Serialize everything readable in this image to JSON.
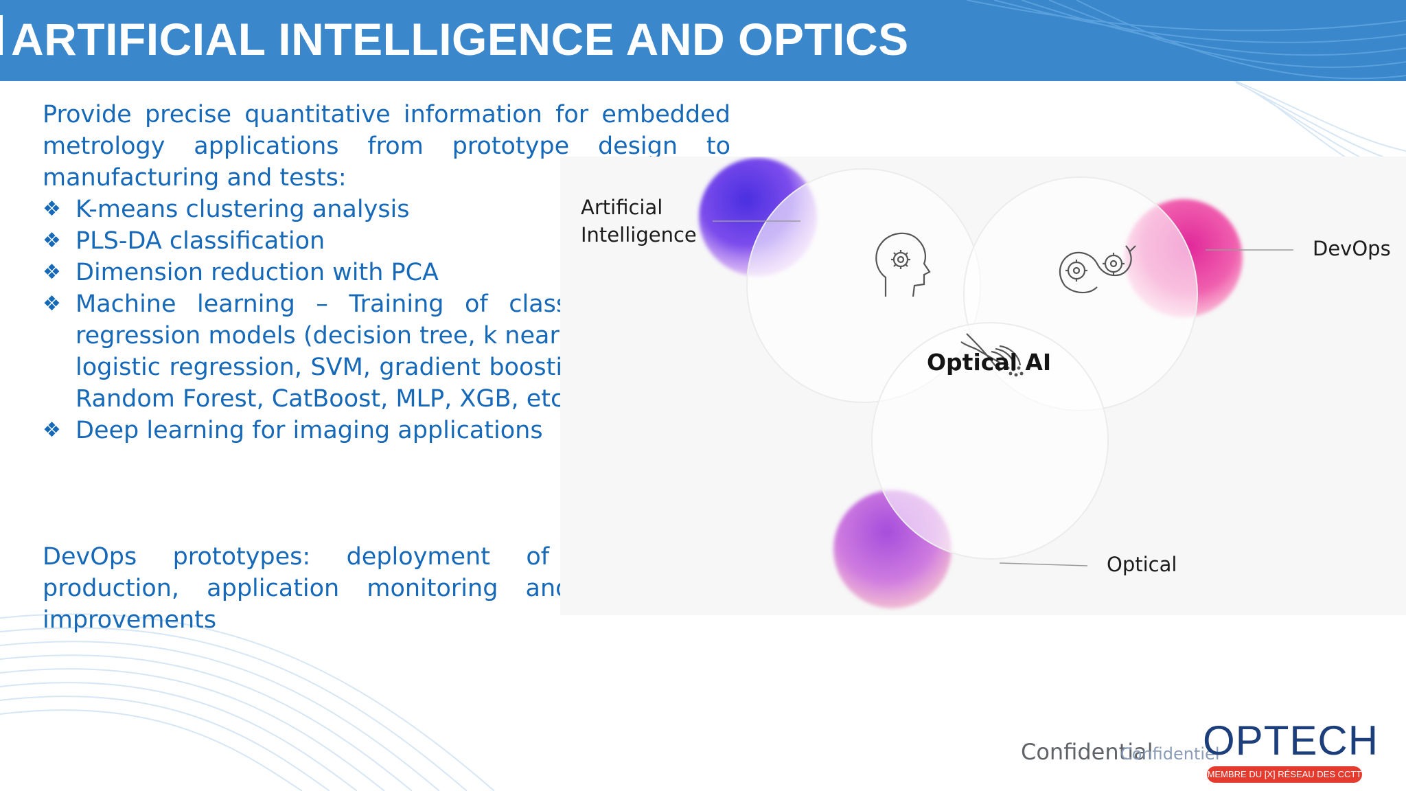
{
  "slide": {
    "title": "ARTIFICIAL INTELLIGENCE AND OPTICS",
    "intro": "Provide precise quantitative information for embedded metrology applications from prototype design to manufacturing and tests:",
    "bullet_glyph": "❖",
    "bullets": [
      "K-means clustering analysis",
      "PLS-DA classification",
      "Dimension reduction with PCA",
      "Machine learning – Training of classification and regression models (decision tree, k nearest neighbors, logistic regression, SVM, gradient boosting, AdaBoost, Random Forest, CatBoost, MLP, XGB, etc)",
      "Deep learning for imaging applications"
    ],
    "devops_note": "DevOps prototypes: deployment of models in production, application monitoring and continuous improvements"
  },
  "diagram": {
    "label_ai_line1": "Artificial",
    "label_ai_line2": "Intelligence",
    "label_devops": "DevOps",
    "label_optical": "Optical",
    "label_center": "Optical AI",
    "icons": [
      "head-gears-icon",
      "gears-cycle-icon",
      "fiber-optic-icon"
    ],
    "colors": {
      "ai_blob": "#5b3fe0",
      "devops_blob": "#e6379f",
      "optical_blob": "#b65be0"
    }
  },
  "footer": {
    "confidential": "Confidential",
    "confidentiel": "Confidentiel",
    "logo_text": "OPTECH",
    "logo_badge": "MEMBRE DU [X] RÉSEAU DES CCTT"
  },
  "colors": {
    "header_bg": "#3a87cc",
    "body_text": "#1669b8",
    "logo_blue": "#1c3e7a",
    "badge_red": "#e53b2f"
  }
}
